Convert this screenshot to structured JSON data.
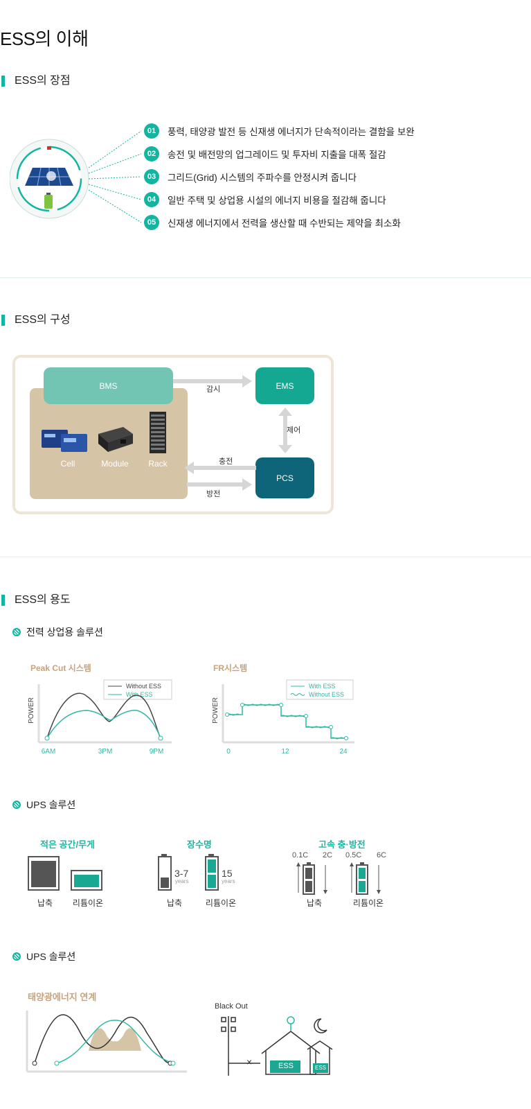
{
  "page": {
    "title": "ESS의 이해"
  },
  "advantages": {
    "title": "ESS의 장점",
    "items": [
      {
        "num": "01",
        "text": "풍력, 태양광 발전 등 신재생 에너지가 단속적이라는 결함을 보완"
      },
      {
        "num": "02",
        "text": "송전 및 배전망의 업그레이드 및 투자비 지출을 대폭 절감"
      },
      {
        "num": "03",
        "text": "그리드(Grid) 시스템의 주파수를 안정시켜 줍니다"
      },
      {
        "num": "04",
        "text": "일반 주택 및 상업용 시설의 에너지 비용을 절감해 줍니다"
      },
      {
        "num": "05",
        "text": "신재생 에너지에서 전력을 생산할 때 수반되는 제약을 최소화"
      }
    ]
  },
  "composition": {
    "title": "ESS의 구성",
    "bms": "BMS",
    "ems": "EMS",
    "pcs": "PCS",
    "cell": "Cell",
    "module": "Module",
    "rack": "Rack",
    "monitor": "감시",
    "control": "제어",
    "charge": "충전",
    "discharge": "방전",
    "colors": {
      "bms": "#72c4b3",
      "ems": "#14a893",
      "pcs": "#0e6478",
      "tan": "#d6c4a6"
    }
  },
  "uses": {
    "title": "ESS의 용도",
    "power": {
      "title": "전력 상업용 솔루션",
      "peak": {
        "title": "Peak Cut 시스템",
        "ylabel": "POWER",
        "legend": [
          "Without ESS",
          "With ESS"
        ],
        "ticks": [
          "6AM",
          "3PM",
          "9PM"
        ]
      },
      "fr": {
        "title": "FR시스템",
        "ylabel": "POWER",
        "legend": [
          "With ESS",
          "Without ESS"
        ],
        "ticks": [
          "0",
          "12",
          "24"
        ]
      }
    },
    "ups1": {
      "title": "UPS 솔루션",
      "space": {
        "title": "적은 공간/무게",
        "a": "납축",
        "b": "리튬이온"
      },
      "life": {
        "title": "장수명",
        "a": "납축",
        "b": "리튬이온",
        "lead_val": "3-7",
        "lithium_val": "15",
        "unit": "years"
      },
      "fast": {
        "title": "고속 충·방전",
        "a": "납축",
        "b": "리튬이온",
        "r1": "0.1C",
        "r2": "2C",
        "r3": "0.5C",
        "r4": "6C"
      }
    },
    "ups2": {
      "title": "UPS 솔루션",
      "solar": {
        "title": "태양광에너지 연계"
      },
      "blackout": {
        "title": "Black Out",
        "ess_label": "ESS",
        "x_mark": "×"
      }
    }
  }
}
